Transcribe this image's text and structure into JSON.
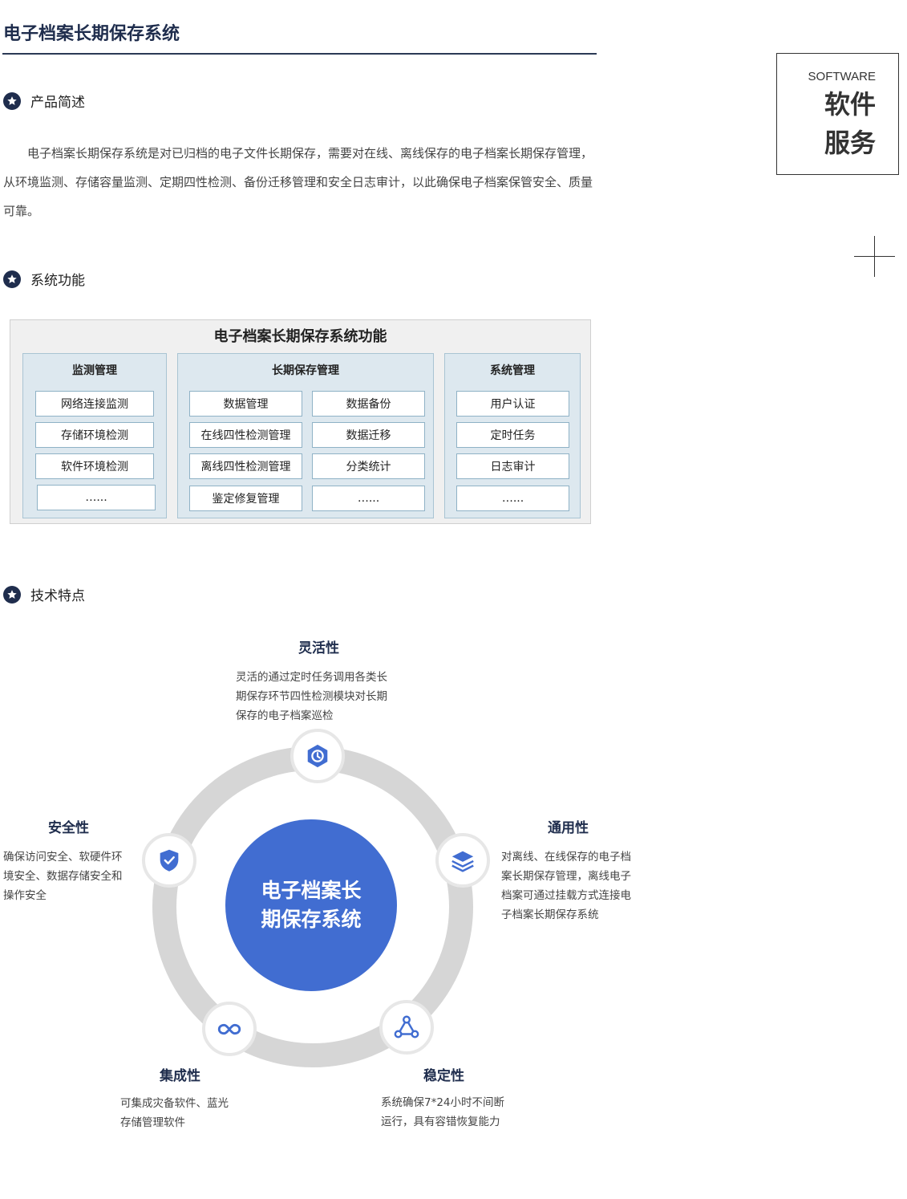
{
  "page_title": "电子档案长期保存系统",
  "badge": {
    "en": "SOFTWARE",
    "cn_line1": "软件",
    "cn_line2": "服务"
  },
  "sections": {
    "overview": "产品简述",
    "functions": "系统功能",
    "features": "技术特点"
  },
  "overview_text": "电子档案长期保存系统是对已归档的电子文件长期保存，需要对在线、离线保存的电子档案长期保存管理，从环境监测、存储容量监测、定期四性检测、备份迁移管理和安全日志审计，以此确保电子档案保管安全、质量可靠。",
  "function_diagram": {
    "title": "电子档案长期保存系统功能",
    "columns": [
      {
        "title": "监测管理",
        "items": [
          "网络连接监测",
          "存储环境检测",
          "软件环境检测",
          "…..."
        ]
      },
      {
        "title": "长期保存管理",
        "items": [
          "数据管理",
          "数据备份",
          "在线四性检测管理",
          "数据迁移",
          "离线四性检测管理",
          "分类统计",
          "鉴定修复管理",
          "…..."
        ]
      },
      {
        "title": "系统管理",
        "items": [
          "用户认证",
          "定时任务",
          "日志审计",
          "…..."
        ]
      }
    ]
  },
  "features": {
    "center_text": "电子档案长期保存系统",
    "items": [
      {
        "title": "灵活性",
        "icon": "clock-hexagon-icon",
        "desc_lines": [
          "灵活的通过定时任务调用各类长",
          "期保存环节四性检测模块对长期",
          "保存的电子档案巡检"
        ]
      },
      {
        "title": "通用性",
        "icon": "layers-icon",
        "desc_lines": [
          "对离线、在线保存的电子档",
          "案长期保存管理，离线电子",
          "档案可通过挂载方式连接电",
          "子档案长期保存系统"
        ]
      },
      {
        "title": "稳定性",
        "icon": "triangle-nodes-icon",
        "desc_lines": [
          "系统确保7*24小时不间断",
          "运行，具有容错恢复能力"
        ]
      },
      {
        "title": "集成性",
        "icon": "infinity-icon",
        "desc_lines": [
          "可集成灾备软件、蓝光",
          "存储管理软件"
        ]
      },
      {
        "title": "安全性",
        "icon": "shield-check-icon",
        "desc_lines": [
          "确保访问安全、软硬件环",
          "境安全、数据存储安全和",
          "操作安全"
        ]
      }
    ]
  },
  "colors": {
    "accent": "#416dd1",
    "navy": "#1f2d4d",
    "ring": "#d6d6d6",
    "diagram_col": "#dde8ef"
  }
}
